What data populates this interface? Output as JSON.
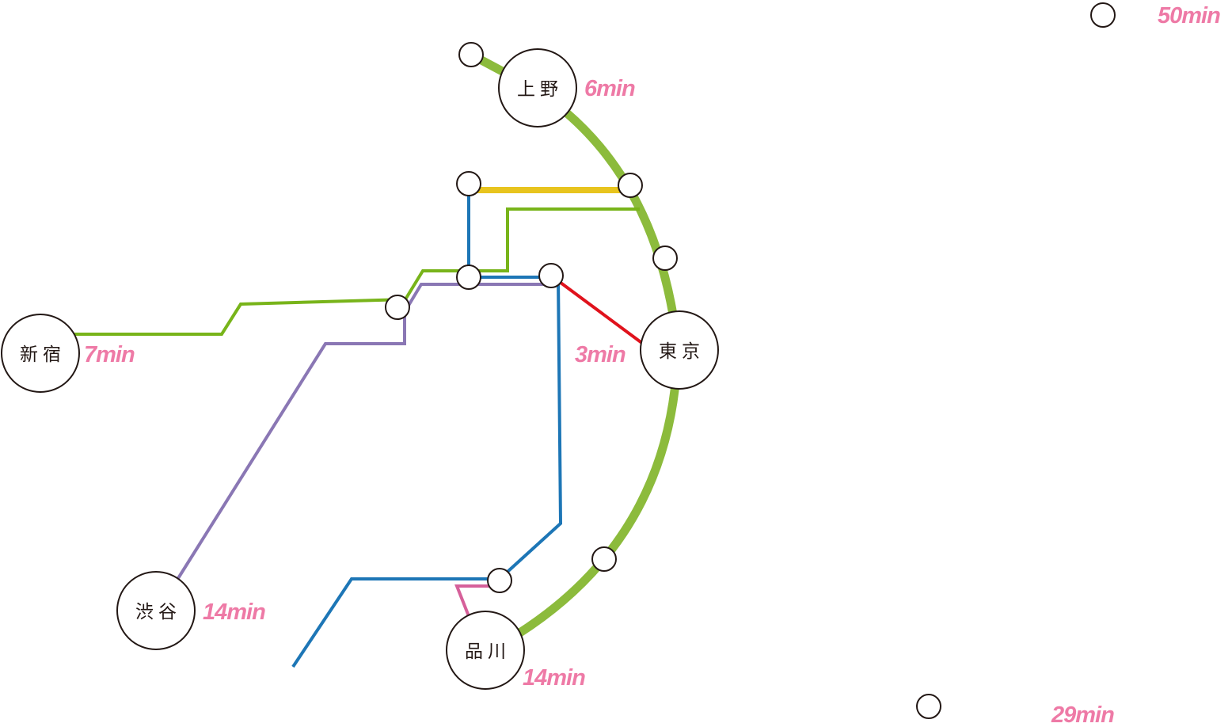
{
  "map": {
    "stations": {
      "ueno": "上野",
      "tokyo": "東京",
      "shinjuku": "新宿",
      "shibuya": "渋谷",
      "shinagawa": "品川"
    },
    "times": {
      "ueno": "6min",
      "tokyo": "3min",
      "shinjuku": "7min",
      "shibuya": "14min",
      "shinagawa": "14min",
      "top_right": "50min",
      "bottom_right": "29min"
    },
    "line_colors": {
      "loop": "#8cbb3c",
      "yellow": "#e8c41e",
      "green": "#78b41a",
      "blue": "#1d76b6",
      "purple": "#8a77b4",
      "red": "#e0121c",
      "pink": "#d6609a"
    },
    "station_ring_color": "#231815",
    "time_color": "#ee7aa6"
  }
}
